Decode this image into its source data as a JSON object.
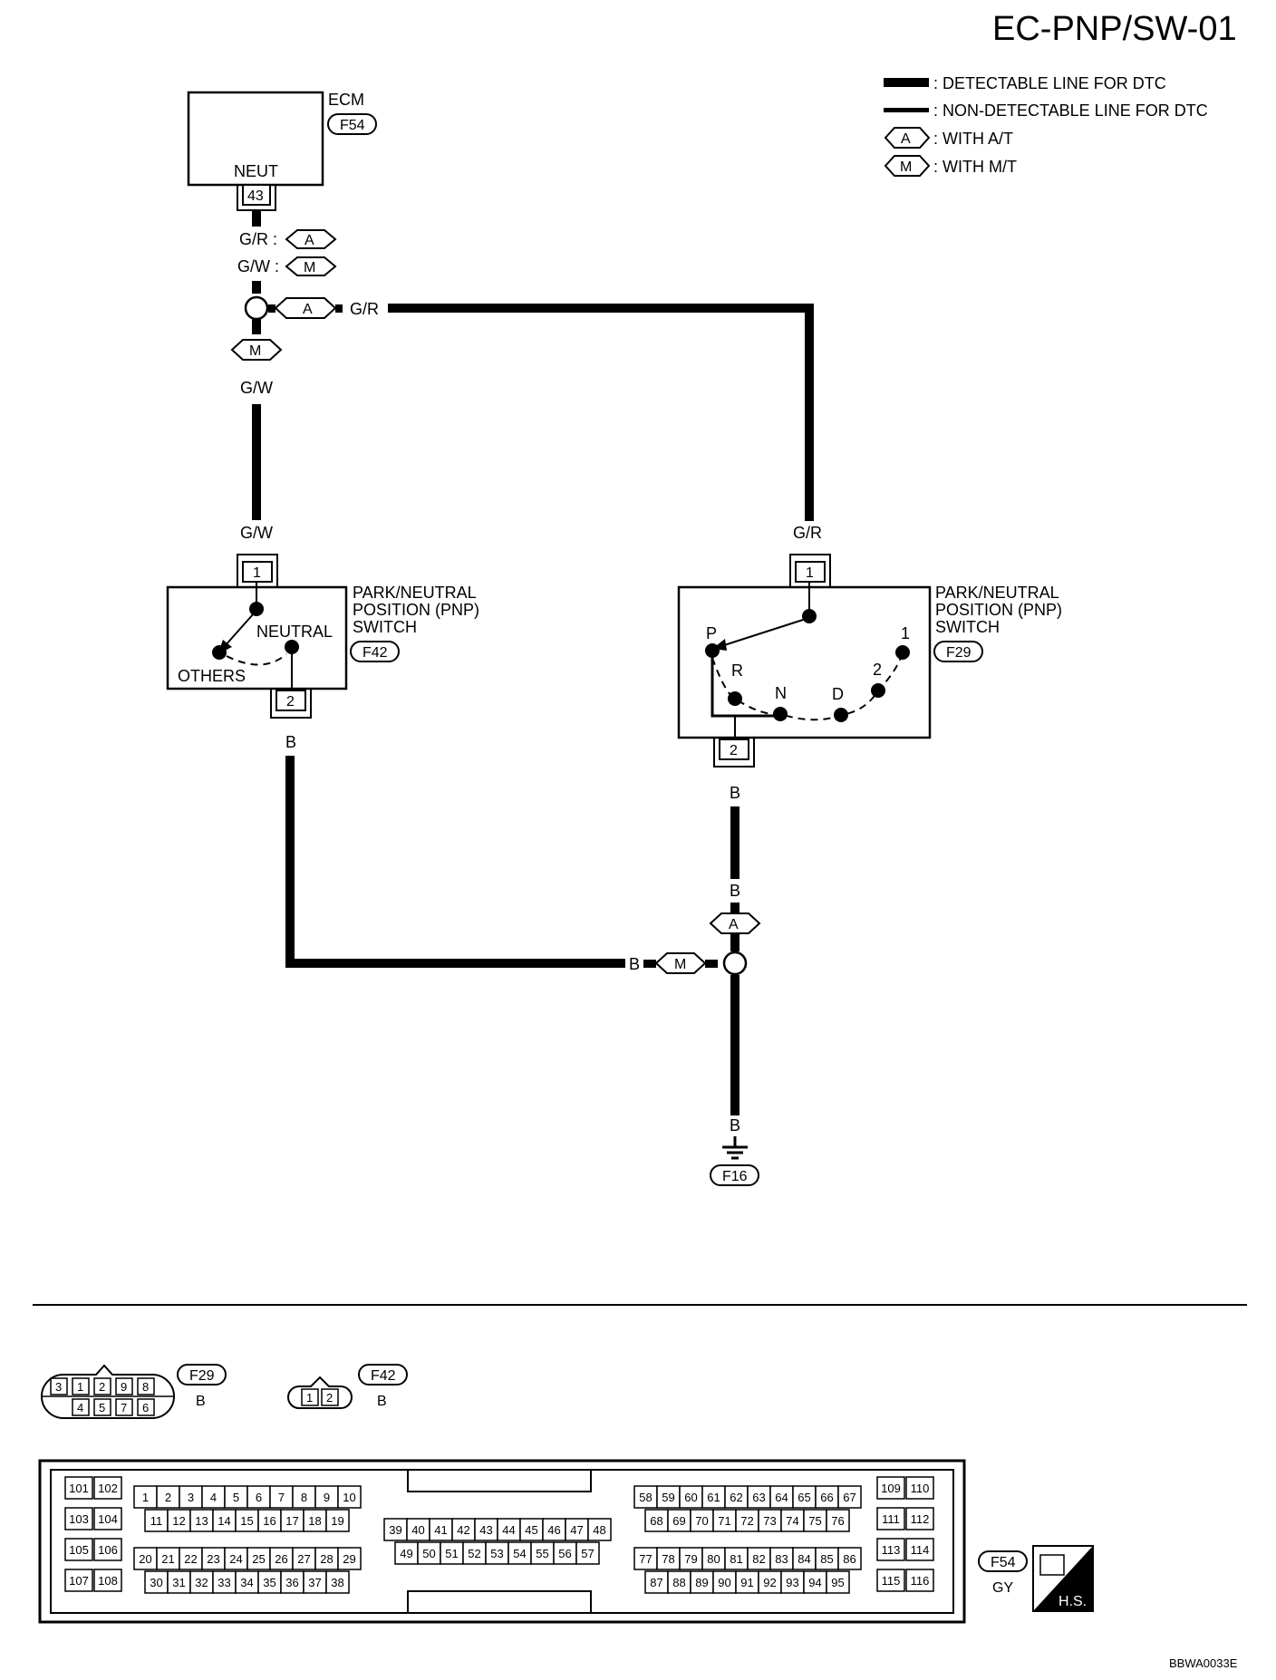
{
  "title": "EC-PNP/SW-01",
  "legend": {
    "detectable": ": DETECTABLE LINE FOR DTC",
    "nondetectable": ": NON-DETECTABLE LINE FOR DTC",
    "at": ": WITH A/T",
    "mt": ": WITH M/T",
    "at_tag": "A",
    "mt_tag": "M"
  },
  "ecm": {
    "name": "ECM",
    "connector": "F54",
    "terminal_name": "NEUT",
    "pin": "43"
  },
  "wires": {
    "gr": "G/R :",
    "gw": "G/W :",
    "gr2": "G/R",
    "gw2": "G/W",
    "b": "B"
  },
  "pnp_mt": {
    "name1": "PARK/NEUTRAL",
    "name2": "POSITION (PNP)",
    "name3": "SWITCH",
    "connector": "F42",
    "pin1": "1",
    "pin2": "2",
    "neutral": "NEUTRAL",
    "others": "OTHERS"
  },
  "pnp_at": {
    "name1": "PARK/NEUTRAL",
    "name2": "POSITION (PNP)",
    "name3": "SWITCH",
    "connector": "F29",
    "pin1": "1",
    "pin2": "2",
    "positions": [
      "P",
      "R",
      "N",
      "D",
      "2",
      "1"
    ]
  },
  "ground": {
    "connector": "F16"
  },
  "connectors": {
    "f29": {
      "id": "F29",
      "color": "B",
      "top": [
        "3",
        "1",
        "2",
        "9",
        "8"
      ],
      "bottom": [
        "4",
        "5",
        "7",
        "6"
      ]
    },
    "f42": {
      "id": "F42",
      "color": "B",
      "pins": [
        "1",
        "2"
      ]
    },
    "f54": {
      "id": "F54",
      "color": "GY",
      "hs": "H.S."
    }
  },
  "code": "BBWA0033E"
}
